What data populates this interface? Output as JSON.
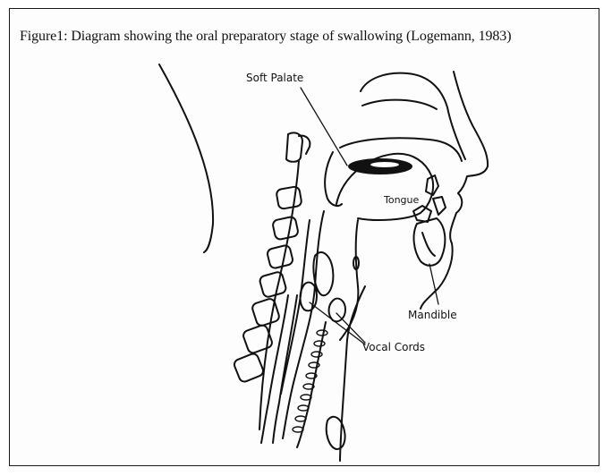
{
  "figure": {
    "caption": "Figure1: Diagram showing the oral preparatory stage of swallowing (Logemann, 1983)"
  },
  "labels": {
    "soft_palate": "Soft Palate",
    "tongue": "Tongue",
    "mandible": "Mandible",
    "vocal_cords": "Vocal Cords"
  }
}
